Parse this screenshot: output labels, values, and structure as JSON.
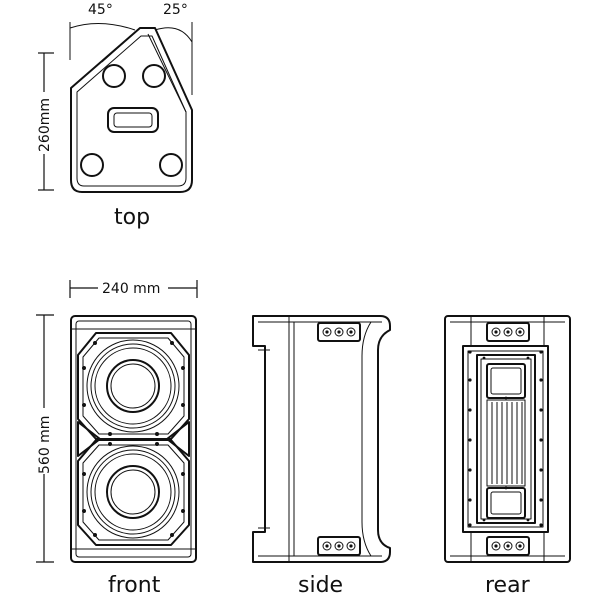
{
  "views": {
    "top": "top",
    "front": "front",
    "side": "side",
    "rear": "rear"
  },
  "dimensions": {
    "depth": "260mm",
    "width": "240 mm",
    "height": "560 mm",
    "angle_left": "45°",
    "angle_right": "25°"
  }
}
